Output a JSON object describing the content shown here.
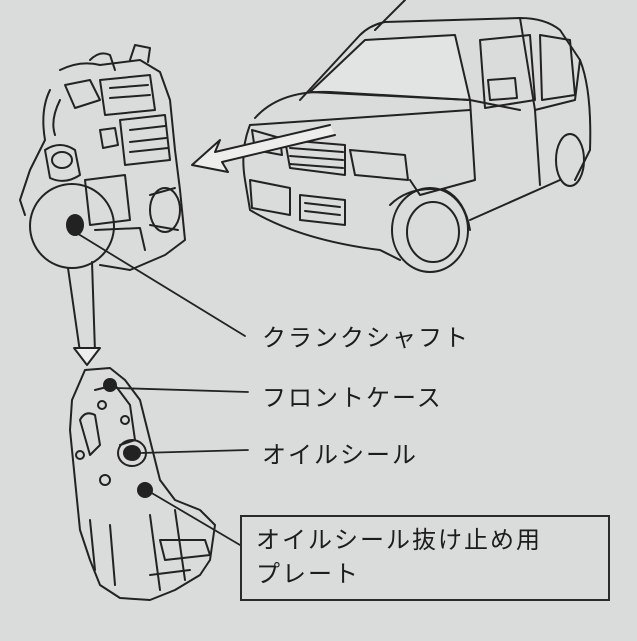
{
  "labels": {
    "crankshaft": "クランクシャフト",
    "front_case": "フロントケース",
    "oil_seal": "オイルシール",
    "plate_line1": "オイルシール抜け止め用",
    "plate_line2": "プレート"
  },
  "colors": {
    "background": "#d9dcdb",
    "ink": "#1c1c1c"
  }
}
